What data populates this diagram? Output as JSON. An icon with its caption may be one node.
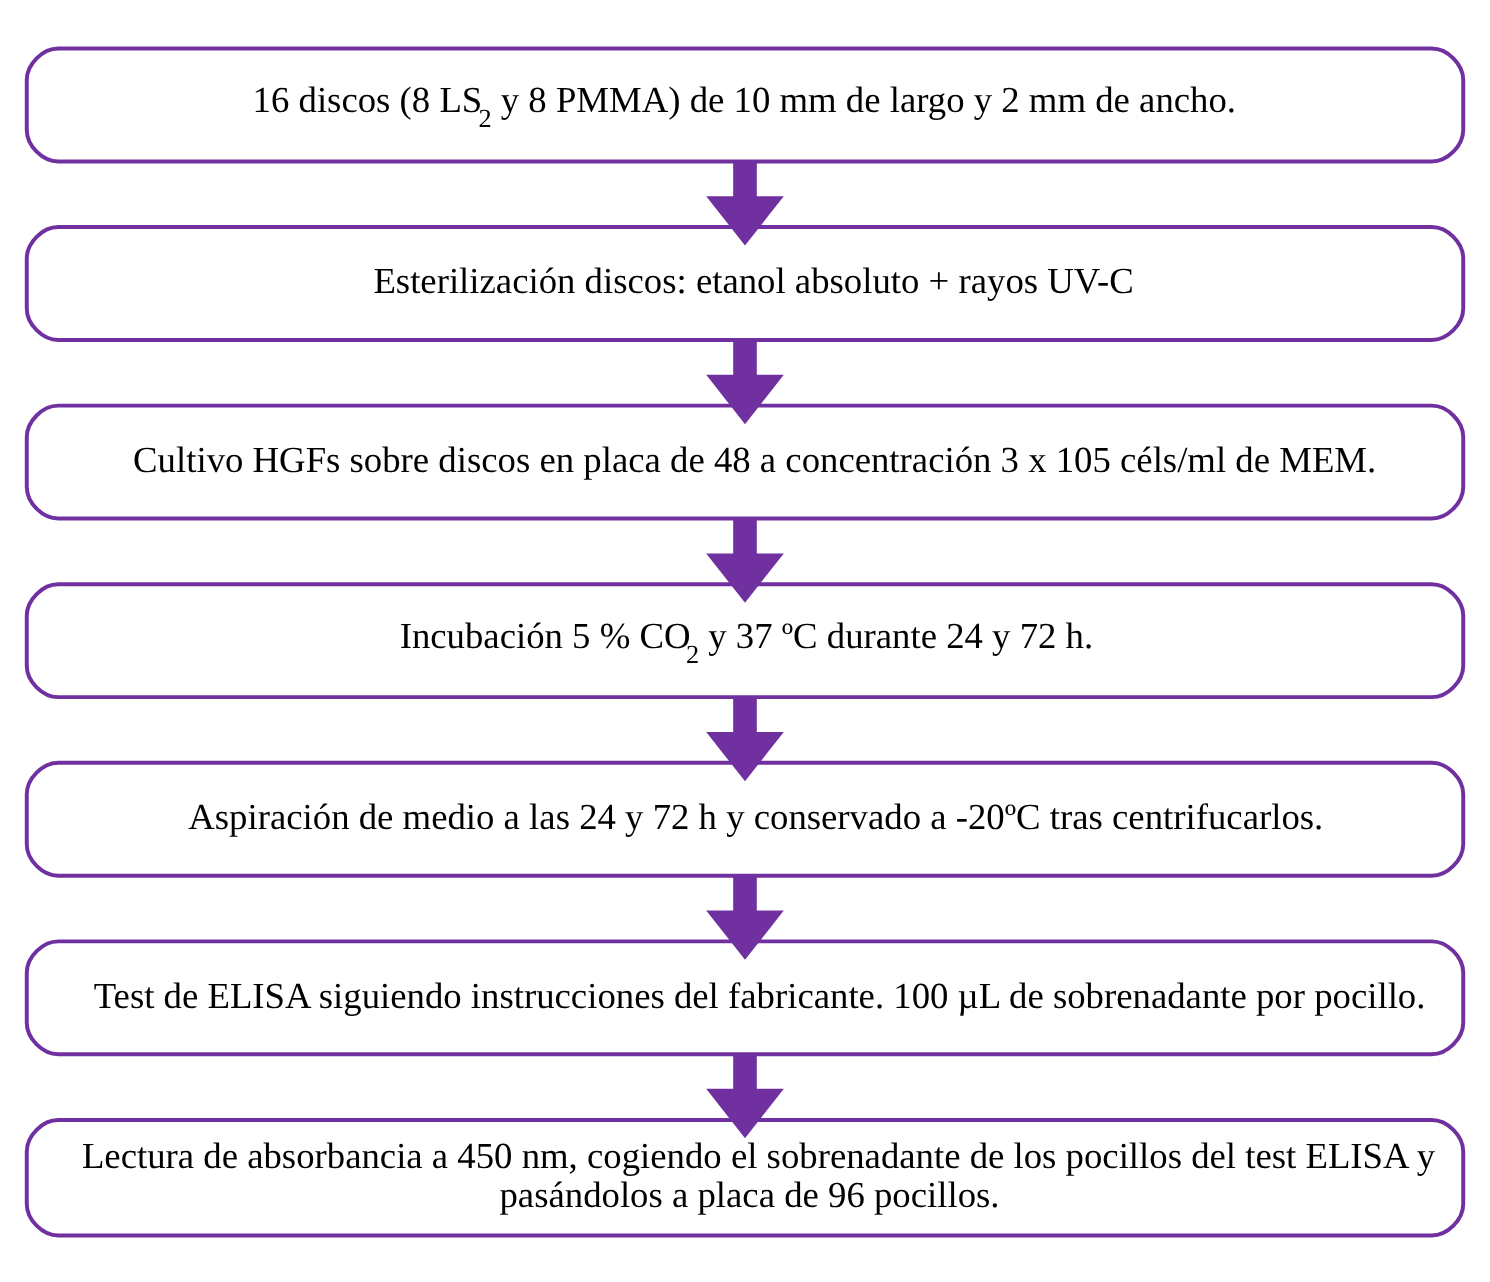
{
  "diagram": {
    "nodes": [
      {
        "text": [
          "16 discos (8 LS$_{2}$ y 8 PMMA) de 10 mm de largo y 2 mm de ancho."
        ]
      },
      {
        "text": [
          "Esterilización discos: etanol absoluto + rayos UV-C"
        ]
      },
      {
        "text": [
          "Cultivo HGFs sobre discos en placa de 48 a concentración 3 x 105 céls/ml de MEM."
        ]
      },
      {
        "text": [
          "Incubación 5 % CO$_{2}$ y 37 ºC durante 24 y 72 h."
        ]
      },
      {
        "text": [
          "Aspiración de medio a las 24 y 72 h y conservado a -20ºC tras centrifucarlos."
        ]
      },
      {
        "text": [
          "Test de ELISA siguiendo instrucciones del fabricante. 100 µL de sobrenadante por pocillo."
        ]
      },
      {
        "text": [
          "Lectura de absorbancia a 450 nm, cogiendo el sobrenadante de los pocillos del test ELISA y pasándolos a placa de 96 pocillos."
        ]
      }
    ],
    "edges": [
      {
        "from": 0,
        "to": 1,
        "arrow": "to"
      },
      {
        "from": 1,
        "to": 2,
        "arrow": "to"
      },
      {
        "from": 2,
        "to": 3,
        "arrow": "to"
      },
      {
        "from": 3,
        "to": 4,
        "arrow": "to"
      },
      {
        "from": 4,
        "to": 5,
        "arrow": "to"
      },
      {
        "from": 5,
        "to": 6,
        "arrow": "to"
      }
    ]
  }
}
